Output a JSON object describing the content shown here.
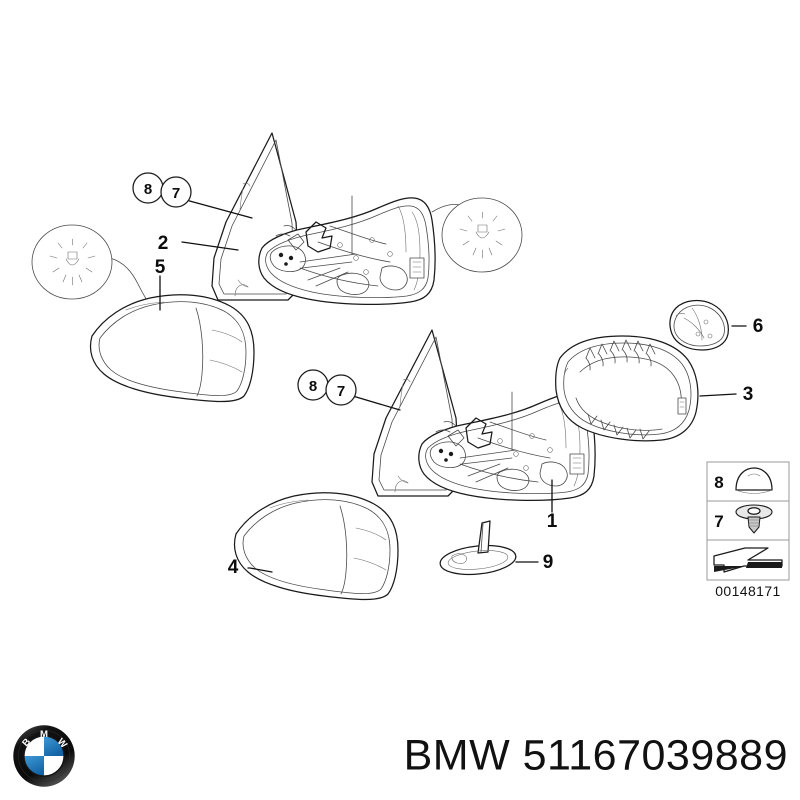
{
  "diagram": {
    "title": "BMW exterior mirror exploded parts diagram",
    "diagram_number": "00148171",
    "background_color": "#ffffff",
    "line_color": "#1a1a1a"
  },
  "callouts": [
    {
      "id": "c1",
      "label": "1",
      "style": "plain",
      "target": "mirror housing lower assembly"
    },
    {
      "id": "c2",
      "label": "2",
      "style": "plain",
      "target": "upper mirror base gasket"
    },
    {
      "id": "c3",
      "label": "3",
      "style": "plain",
      "target": "mirror bezel frame ring"
    },
    {
      "id": "c4",
      "label": "4",
      "style": "plain",
      "target": "lower mirror cover cap"
    },
    {
      "id": "c5",
      "label": "5",
      "style": "plain",
      "target": "upper mirror cover cap"
    },
    {
      "id": "c6",
      "label": "6",
      "style": "plain",
      "target": "small mirror cap"
    },
    {
      "id": "c9",
      "label": "9",
      "style": "plain",
      "target": "oval sealing grommet"
    },
    {
      "id": "c8a",
      "label": "8",
      "style": "circled",
      "target": "cover plug upper assembly"
    },
    {
      "id": "c7a",
      "label": "7",
      "style": "circled",
      "target": "screw upper assembly"
    },
    {
      "id": "c8b",
      "label": "8",
      "style": "circled",
      "target": "cover plug lower assembly"
    },
    {
      "id": "c7b",
      "label": "7",
      "style": "circled",
      "target": "screw lower assembly"
    }
  ],
  "detail_bubbles": [
    {
      "id": "b1",
      "icon": "lamp-icon",
      "note": "magnified lamp detail left"
    },
    {
      "id": "b2",
      "icon": "lamp-icon",
      "note": "magnified lamp detail right"
    }
  ],
  "legend": {
    "rows": [
      {
        "number": "8",
        "icon": "dome-cap-icon",
        "description": "cover plug"
      },
      {
        "number": "7",
        "icon": "torx-screw-icon",
        "description": "torx screw"
      },
      {
        "number": "",
        "icon": "arrow-icon",
        "description": "direction arrow"
      }
    ],
    "diagram_number": "00148171"
  },
  "branding": {
    "logo": "bmw-roundel-icon",
    "text": "BMW 51167039889",
    "colors": {
      "roundel_blue": "#1c76bc",
      "roundel_ring": "#1a1a1a",
      "roundel_white": "#ffffff"
    }
  }
}
